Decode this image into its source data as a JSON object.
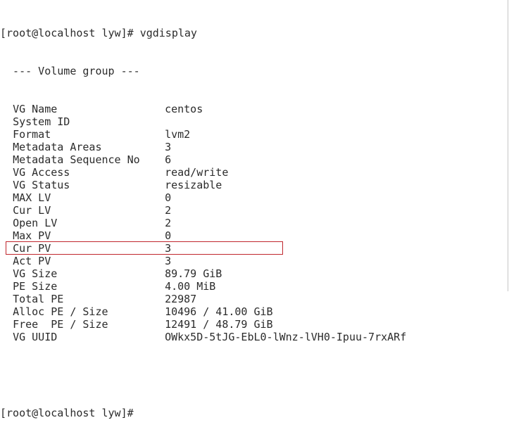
{
  "prompt": "[root@localhost lyw]# ",
  "command": "vgdisplay",
  "header": "  --- Volume group ---",
  "rows": [
    {
      "key": "VG Name",
      "value": "centos"
    },
    {
      "key": "System ID",
      "value": ""
    },
    {
      "key": "Format",
      "value": "lvm2"
    },
    {
      "key": "Metadata Areas",
      "value": "3"
    },
    {
      "key": "Metadata Sequence No",
      "value": "6"
    },
    {
      "key": "VG Access",
      "value": "read/write"
    },
    {
      "key": "VG Status",
      "value": "resizable"
    },
    {
      "key": "MAX LV",
      "value": "0"
    },
    {
      "key": "Cur LV",
      "value": "2"
    },
    {
      "key": "Open LV",
      "value": "2"
    },
    {
      "key": "Max PV",
      "value": "0"
    },
    {
      "key": "Cur PV",
      "value": "3"
    },
    {
      "key": "Act PV",
      "value": "3"
    },
    {
      "key": "VG Size",
      "value": "89.79 GiB"
    },
    {
      "key": "PE Size",
      "value": "4.00 MiB"
    },
    {
      "key": "Total PE",
      "value": "22987"
    },
    {
      "key": "Alloc PE / Size",
      "value": "10496 / 41.00 GiB"
    },
    {
      "key": "Free  PE / Size",
      "value": "12491 / 48.79 GiB"
    },
    {
      "key": "VG UUID",
      "value": "OWkx5D-5tJG-EbL0-lWnz-lVH0-Ipuu-7rxARf"
    }
  ],
  "final_prompt": "[root@localhost lyw]#",
  "highlight_color": "#c0262d"
}
